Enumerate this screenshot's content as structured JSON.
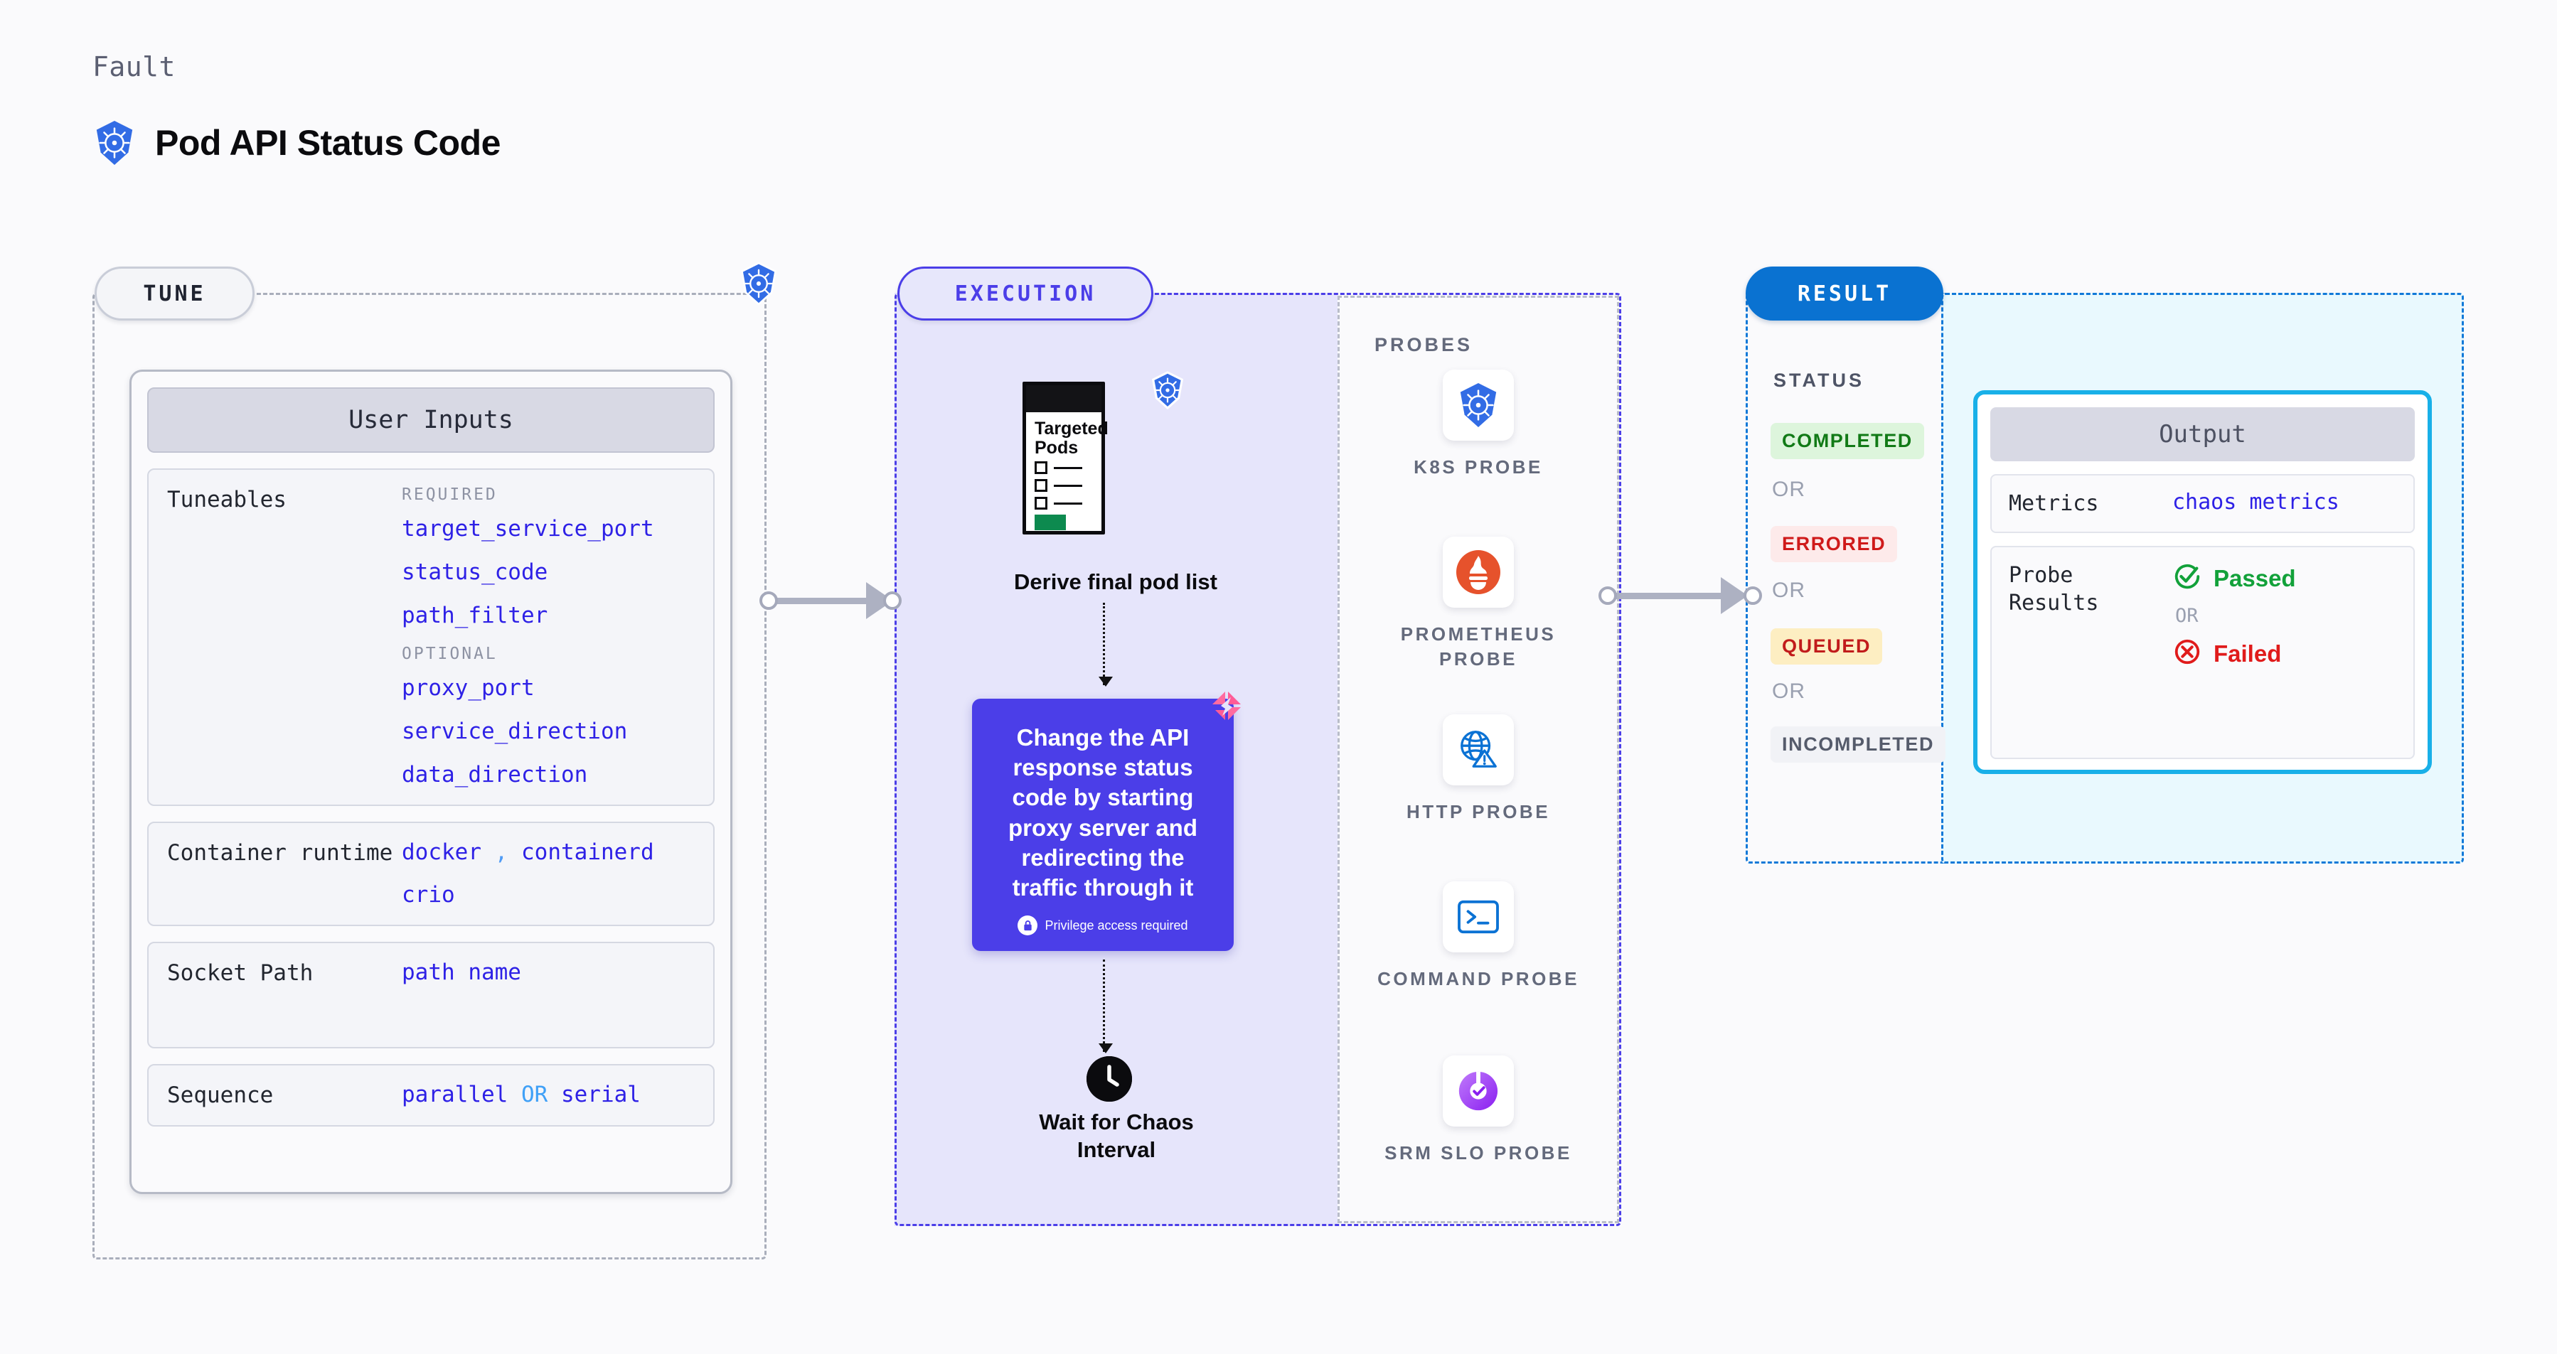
{
  "header": {
    "kicker": "Fault",
    "title": "Pod API Status Code",
    "icon": "kubernetes-icon"
  },
  "stages": {
    "tune": {
      "label": "TUNE"
    },
    "execution": {
      "label": "EXECUTION"
    },
    "result": {
      "label": "RESULT"
    }
  },
  "tune": {
    "card_title": "User Inputs",
    "rows": [
      {
        "label": "Tuneables",
        "groups": [
          {
            "kicker": "REQUIRED",
            "values": [
              "target_service_port",
              "status_code",
              "path_filter"
            ]
          },
          {
            "kicker": "OPTIONAL",
            "values": [
              "proxy_port",
              "service_direction",
              "data_direction"
            ]
          }
        ]
      },
      {
        "label": "Container runtime",
        "values": [
          "docker",
          "containerd",
          "crio"
        ],
        "separator": ","
      },
      {
        "label": "Socket Path",
        "values": [
          "path name"
        ]
      },
      {
        "label": "Sequence",
        "values": [
          "parallel",
          "serial"
        ],
        "joiner": "OR"
      }
    ]
  },
  "execution": {
    "pods_card": {
      "title_line1": "Targeted",
      "title_line2": "Pods",
      "icon": "kubernetes-icon"
    },
    "derive_caption": "Derive final pod list",
    "action": {
      "text": "Change the API response status code by starting proxy server and redirecting the traffic through it",
      "privilege_note": "Privilege access required",
      "privilege_icon": "lock-icon",
      "brand_icon": "harness-logo-icon",
      "color": "#4b3ee8"
    },
    "wait_caption_line1": "Wait for Chaos",
    "wait_caption_line2": "Interval",
    "wait_icon": "clock-icon"
  },
  "probes": {
    "title": "PROBES",
    "items": [
      {
        "label": "K8S PROBE",
        "icon": "kubernetes-icon"
      },
      {
        "label": "PROMETHEUS PROBE",
        "icon": "prometheus-icon"
      },
      {
        "label": "HTTP PROBE",
        "icon": "http-globe-icon"
      },
      {
        "label": "COMMAND PROBE",
        "icon": "terminal-icon"
      },
      {
        "label": "SRM SLO PROBE",
        "icon": "srm-slo-icon"
      }
    ]
  },
  "result": {
    "status_title": "STATUS",
    "or_label": "OR",
    "statuses": [
      {
        "label": "COMPLETED",
        "bg": "#ddf5dc",
        "fg": "#117a16"
      },
      {
        "label": "ERRORED",
        "bg": "#fdeaea",
        "fg": "#cf1a1a"
      },
      {
        "label": "QUEUED",
        "bg": "#fdeec2",
        "fg": "#c11b1b"
      },
      {
        "label": "INCOMPLETED",
        "bg": "#f1f2f6",
        "fg": "#555b6b"
      }
    ],
    "output": {
      "title": "Output",
      "metrics_label": "Metrics",
      "metrics_value": "chaos metrics",
      "probe_results_label": "Probe Results",
      "passed_label": "Passed",
      "failed_label": "Failed",
      "or_label": "OR",
      "passed_icon": "check-circle-icon",
      "failed_icon": "x-circle-icon"
    }
  }
}
